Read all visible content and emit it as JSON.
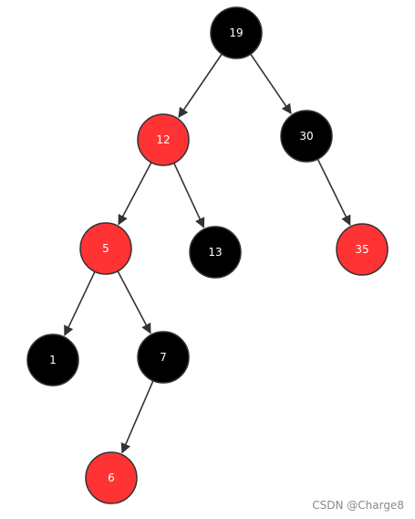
{
  "colors": {
    "red": "#ff3333",
    "black": "#000000",
    "edge": "#333333",
    "node_stroke": "#333333"
  },
  "tree": {
    "nodes": [
      {
        "id": "19",
        "label": "19",
        "color": "black"
      },
      {
        "id": "12",
        "label": "12",
        "color": "red"
      },
      {
        "id": "30",
        "label": "30",
        "color": "black"
      },
      {
        "id": "5",
        "label": "5",
        "color": "red"
      },
      {
        "id": "13",
        "label": "13",
        "color": "black"
      },
      {
        "id": "35",
        "label": "35",
        "color": "red"
      },
      {
        "id": "1",
        "label": "1",
        "color": "black"
      },
      {
        "id": "7",
        "label": "7",
        "color": "black"
      },
      {
        "id": "6",
        "label": "6",
        "color": "red"
      }
    ],
    "edges": [
      {
        "from": "19",
        "to": "12"
      },
      {
        "from": "19",
        "to": "30"
      },
      {
        "from": "12",
        "to": "5"
      },
      {
        "from": "12",
        "to": "13"
      },
      {
        "from": "30",
        "to": "35"
      },
      {
        "from": "5",
        "to": "1"
      },
      {
        "from": "5",
        "to": "7"
      },
      {
        "from": "7",
        "to": "6"
      }
    ]
  },
  "watermark": "CSDN @Charge8"
}
